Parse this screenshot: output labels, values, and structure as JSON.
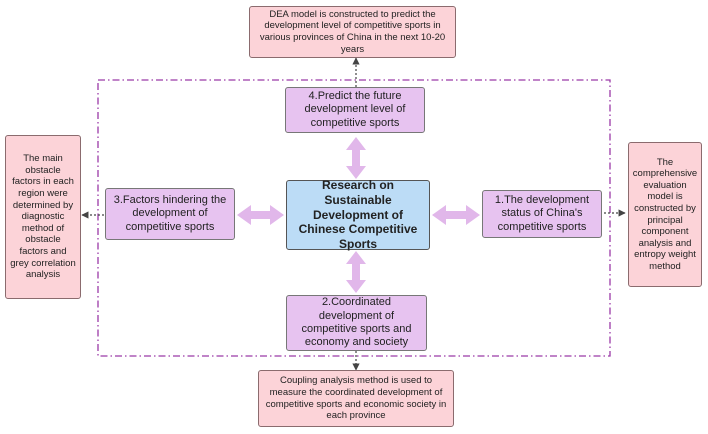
{
  "diagram": {
    "center": "Research on Sustainable Development of Chinese Competitive Sports",
    "steps": [
      "1.The development status of China's competitive sports",
      "2.Coordinated development of competitive sports and economy and society",
      "3.Factors hindering the development of competitive sports",
      "4.Predict the future development level of competitive sports"
    ],
    "methods": {
      "right": "The comprehensive evaluation model is constructed by principal component analysis and entropy weight method",
      "bottom": "Coupling analysis method is used to measure the coordinated development of competitive sports and economic society in each province",
      "left": "The main obstacle factors in each region were determined by diagnostic method of obstacle factors and grey correlation analysis",
      "top": "DEA model is constructed to predict the development level of competitive sports in various provinces of China in the next 10-20 years"
    }
  },
  "colors": {
    "center_fill": "#bcdcf6",
    "step_fill": "#e7c3f0",
    "method_fill": "#fcd3d8",
    "dashed_frame": "#9b3aa8",
    "double_arrow": "#e1b7ea"
  }
}
